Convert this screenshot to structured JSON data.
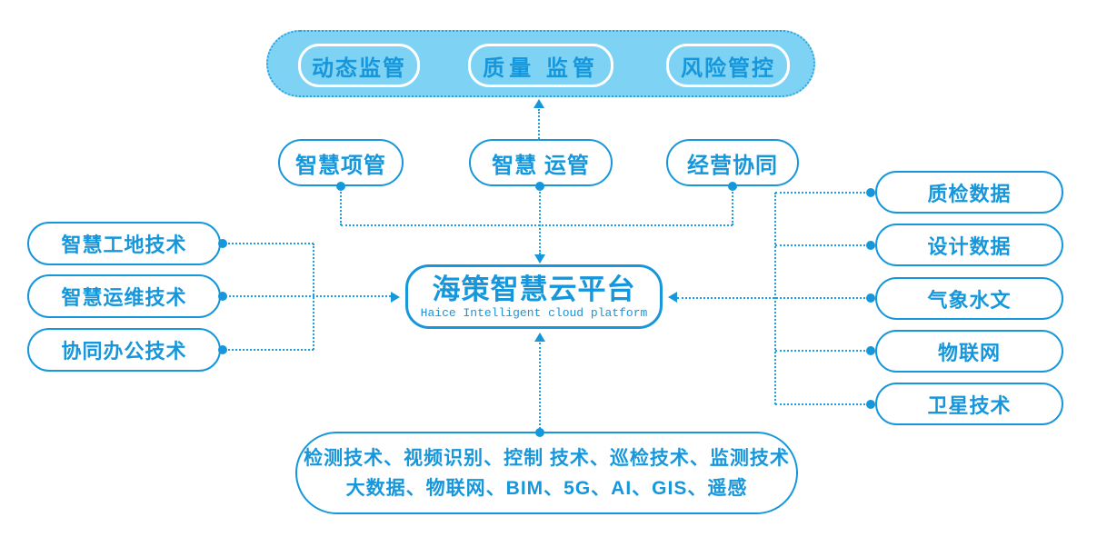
{
  "colors": {
    "primary": "#1697DC",
    "line": "#1E9FE2",
    "group_fill": "#7ED2F4",
    "group_border": "#2AA3DE",
    "pill_border": "#FFFFFF",
    "background": "#FFFFFF"
  },
  "top_group": {
    "items": [
      {
        "label": "动态监管"
      },
      {
        "label": "质量 监管"
      },
      {
        "label": "风险管控"
      }
    ]
  },
  "middle_row": {
    "items": [
      {
        "label": "智慧项管"
      },
      {
        "label": "智慧 运管"
      },
      {
        "label": "经营协同"
      }
    ]
  },
  "left_column": {
    "items": [
      {
        "label": "智慧工地技术"
      },
      {
        "label": "智慧运维技术"
      },
      {
        "label": "协同办公技术"
      }
    ]
  },
  "right_column": {
    "items": [
      {
        "label": "质检数据"
      },
      {
        "label": "设计数据"
      },
      {
        "label": "气象水文"
      },
      {
        "label": "物联网"
      },
      {
        "label": "卫星技术"
      }
    ]
  },
  "center_platform": {
    "title": "海策智慧云平台",
    "subtitle": "Haice Intelligent cloud platform"
  },
  "bottom_group": {
    "line1": "检测技术、视频识别、控制 技术、巡检技术、监测技术",
    "line2": "大数据、物联网、BIM、5G、AI、GIS、遥感"
  }
}
